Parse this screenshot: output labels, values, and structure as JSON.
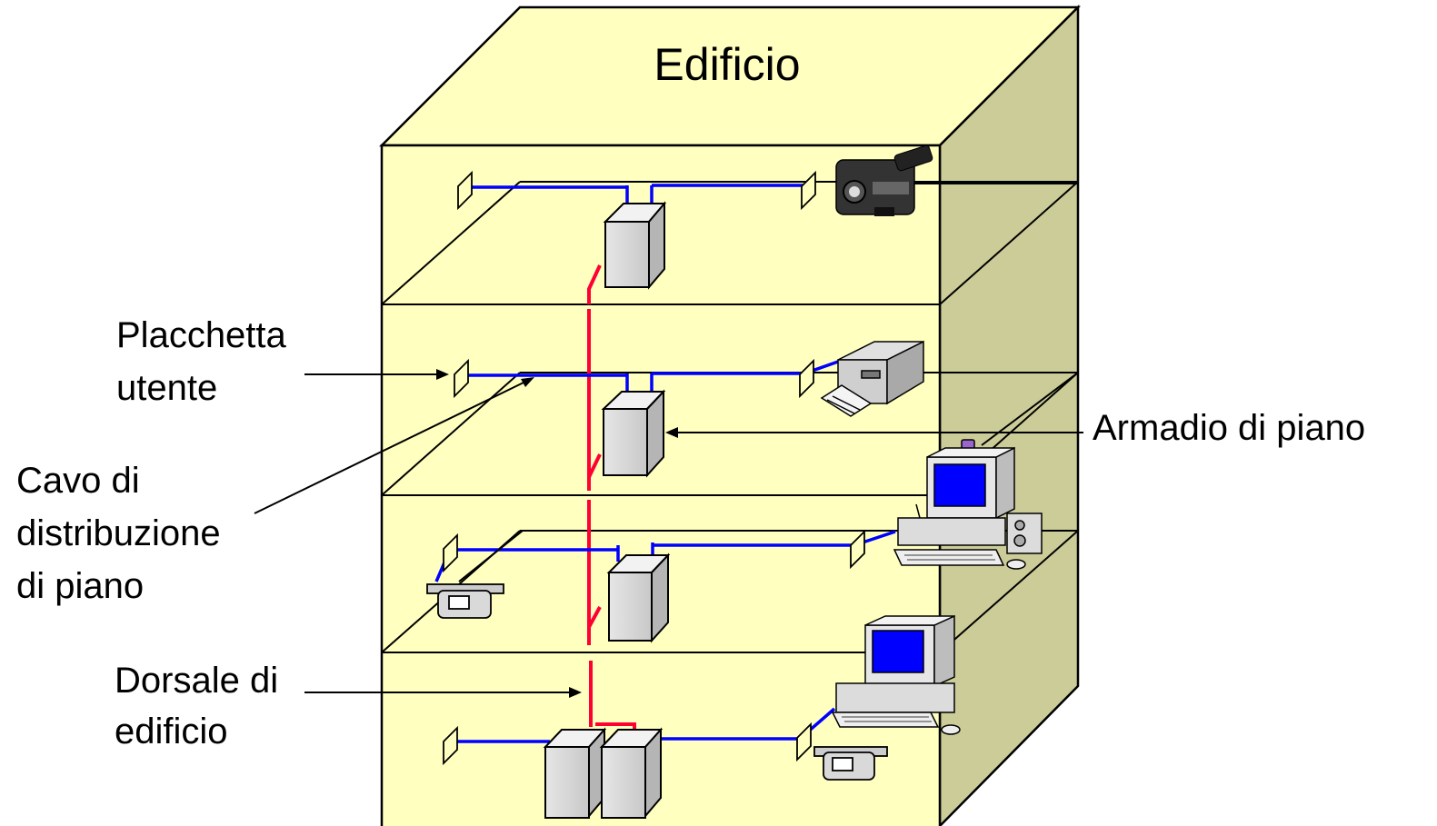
{
  "title": "Edificio",
  "labels": {
    "placchetta": [
      "Placchetta",
      "utente"
    ],
    "cavo": [
      "Cavo di",
      "distribuzione",
      "di piano"
    ],
    "armadio": "Armadio di piano",
    "dorsale": [
      "Dorsale di",
      "edificio"
    ]
  },
  "colors": {
    "building_fill": "#FFFFC0",
    "building_side": "#CCCC99",
    "backbone": "#FF0033",
    "distribution": "#0000FF",
    "cabinet": "#D9D9D9",
    "screen": "#0000FF"
  },
  "icons": [
    "video-camera-icon",
    "printer-icon",
    "desktop-computer-icon",
    "telephone-icon",
    "wall-plate-icon",
    "cabinet-icon"
  ]
}
